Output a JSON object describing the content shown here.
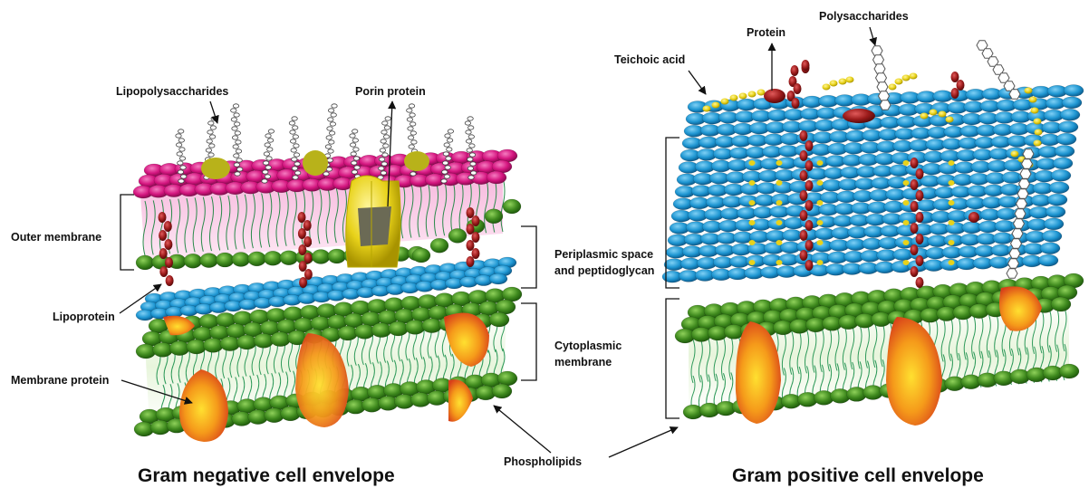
{
  "labels": {
    "lipopolysaccharides": "Lipopolysaccharides",
    "porin_protein": "Porin protein",
    "outer_membrane": "Outer membrane",
    "periplasmic_line1": "Periplasmic space",
    "periplasmic_line2": "and peptidoglycan",
    "lipoprotein": "Lipoprotein",
    "cytoplasmic_line1": "Cytoplasmic",
    "cytoplasmic_line2": "membrane",
    "membrane_protein": "Membrane protein",
    "phospholipids": "Phospholipids",
    "teichoic_acid": "Teichoic acid",
    "protein": "Protein",
    "polysaccharides": "Polysaccharides"
  },
  "captions": {
    "gram_negative": "Gram negative cell envelope",
    "gram_positive": "Gram positive cell envelope"
  },
  "colors": {
    "lps_head": "#d4157f",
    "lps_tail": "#f2b6dc",
    "peptidoglycan": "#1e96d2",
    "phospholipid_head": "#3f8a1e",
    "lipid_tail": "#2f9a5a",
    "lipoprotein": "#9b1b1b",
    "porin": "#e8e040",
    "membrane_protein": "#f07a1a",
    "teichoic_acid": "#e8d21a"
  }
}
